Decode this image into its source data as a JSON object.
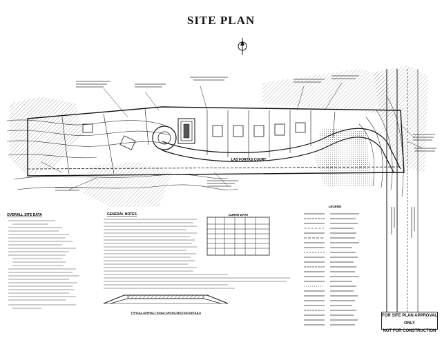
{
  "title": "SITE PLAN",
  "road_label": "LAS FORTAS COURT",
  "panels": {
    "overall_site_data": "OVERALL SITE DATA",
    "general_notes": "GENERAL NOTES",
    "curve_data": "CURVE DATA",
    "legend": "LEGEND",
    "section_caption": "TYPICAL ASPHALT ROAD CROSS-SECTION DETAILS"
  },
  "approval_stamp": {
    "line1": "FOR SITE PLAN APPROVAL ONLY",
    "line2": "NOT FOR CONSTRUCTION"
  },
  "colors": {
    "ink": "#111111",
    "paper": "#ffffff",
    "hatch": "#555555"
  }
}
